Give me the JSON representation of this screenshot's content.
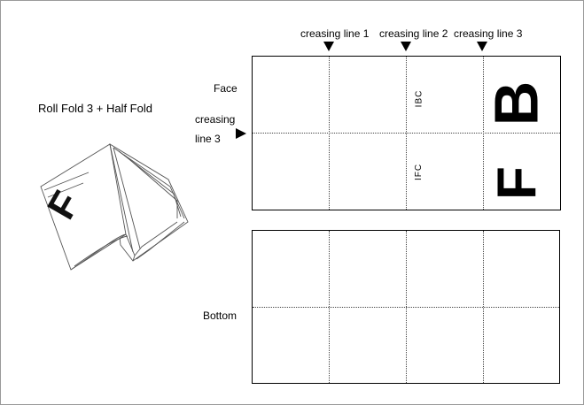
{
  "title": "Roll Fold 3 + Half Fold",
  "creasing_lines": {
    "line1": "creasing line 1",
    "line2": "creasing line 2",
    "line3_top": "creasing line 3",
    "line3_side_a": "creasing",
    "line3_side_b": "line 3"
  },
  "panels": {
    "face_label": "Face",
    "bottom_label": "Bottom",
    "ibc": "IBC",
    "ifc": "IFC",
    "back_cover_letter": "B",
    "front_cover_letter": "F"
  },
  "illustration": {
    "front_letter": "F"
  }
}
